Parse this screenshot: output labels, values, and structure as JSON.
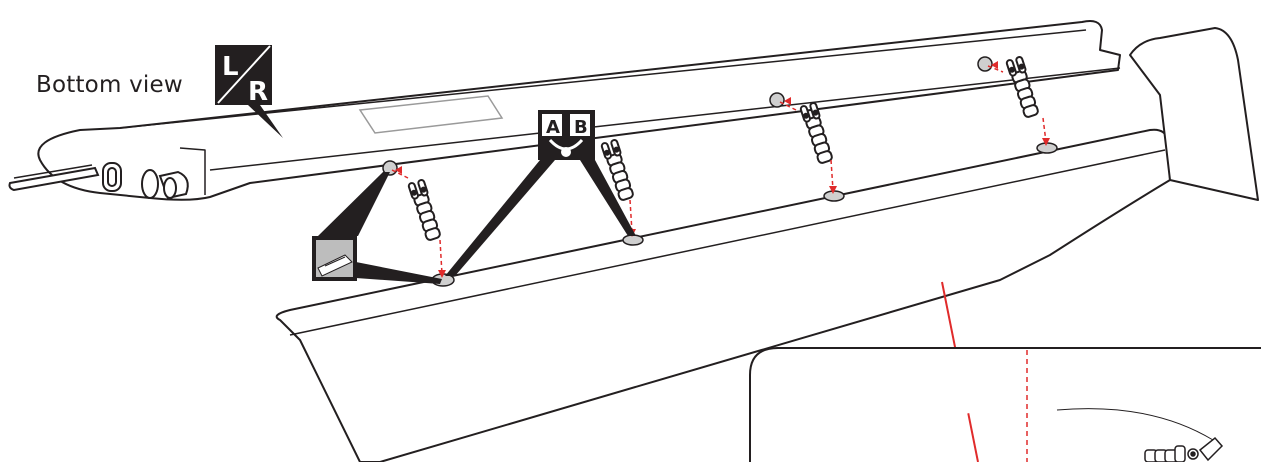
{
  "caption": "Bottom view",
  "side_badge": {
    "top_letter": "L",
    "bottom_letter": "R"
  },
  "hinge_badge": {
    "left_letter": "A",
    "right_letter": "B"
  },
  "colors": {
    "outline": "#231f20",
    "callout": "#231f20",
    "red_guide": "#e02b2b",
    "hole_fill": "#cfcfcf"
  },
  "icons": [
    "wing-panel",
    "servo-bay-hatch",
    "wing-joiner-rod",
    "hinge-insert",
    "hinge-slot",
    "detail-inset"
  ],
  "hinge_count": 4
}
